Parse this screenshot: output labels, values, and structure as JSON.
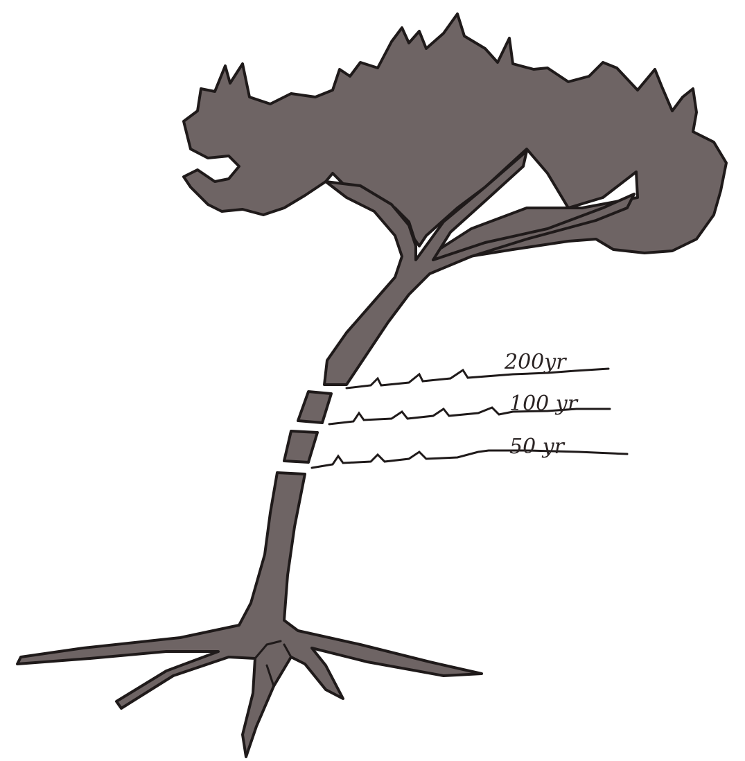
{
  "layers": {
    "top": "200yr",
    "middle": "100 yr",
    "bottom": "50 yr"
  },
  "colors": {
    "ink": "#1f1a1a",
    "wash": "#6e6464",
    "background": "#ffffff"
  }
}
